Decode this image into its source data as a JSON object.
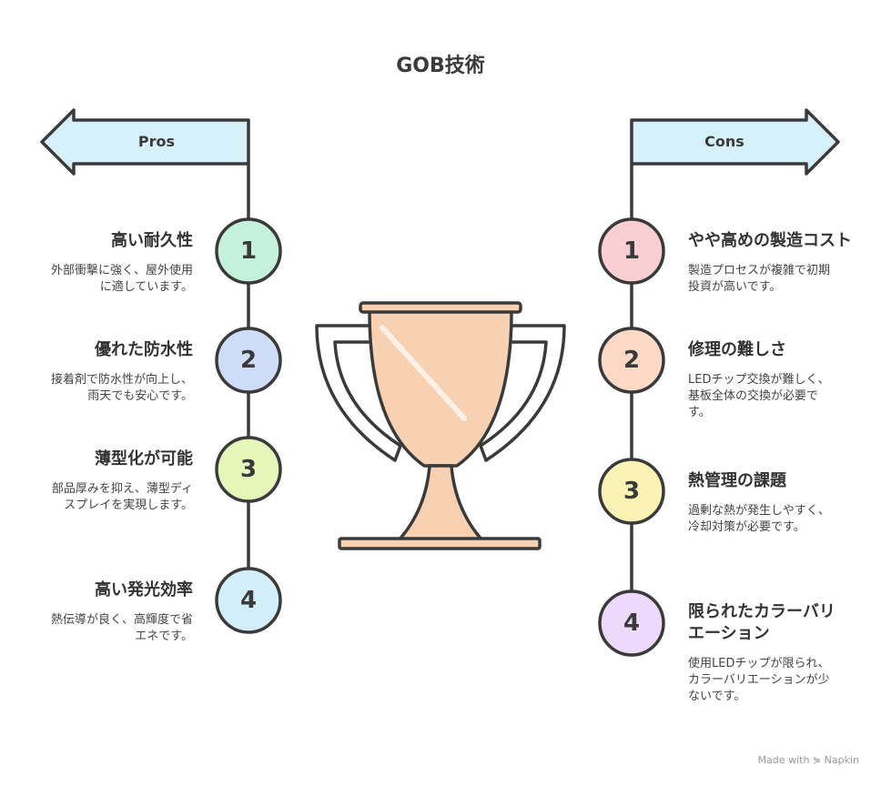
{
  "title": "GOB技術",
  "pros": {
    "label": "Pros",
    "items": [
      {
        "num": "1",
        "title": "高い耐久性",
        "desc": "外部衝撃に強く、屋外使用に適しています。"
      },
      {
        "num": "2",
        "title": "優れた防水性",
        "desc": "接着剤で防水性が向上し、雨天でも安心です。"
      },
      {
        "num": "3",
        "title": "薄型化が可能",
        "desc": "部品厚みを抑え、薄型ディスプレイを実現します。"
      },
      {
        "num": "4",
        "title": "高い発光効率",
        "desc": "熱伝導が良く、高輝度で省エネです。"
      }
    ]
  },
  "cons": {
    "label": "Cons",
    "items": [
      {
        "num": "1",
        "title": "やや高めの製造コスト",
        "desc": "製造プロセスが複雑で初期投資が高いです。"
      },
      {
        "num": "2",
        "title": "修理の難しさ",
        "desc": "LEDチップ交換が難しく、基板全体の交換が必要です。"
      },
      {
        "num": "3",
        "title": "熱管理の課題",
        "desc": "過剰な熱が発生しやすく、冷却対策が必要です。"
      },
      {
        "num": "4",
        "title": "限られたカラーバリエーション",
        "desc": "使用LEDチップが限られ、カラーバリエーションが少ないです。"
      }
    ]
  },
  "colors": {
    "arrow_fill": "#d7f1fb",
    "stroke": "#3a3a3a",
    "trophy_fill": "#f8d0b2",
    "pros_circles": [
      "#c4f1dc",
      "#cfdcf8",
      "#e6f6b9",
      "#d3eefb"
    ],
    "cons_circles": [
      "#f9cfd3",
      "#fbd9c4",
      "#fbf3b3",
      "#ecd9fb"
    ]
  },
  "footer": "Made with ⋟ Napkin"
}
